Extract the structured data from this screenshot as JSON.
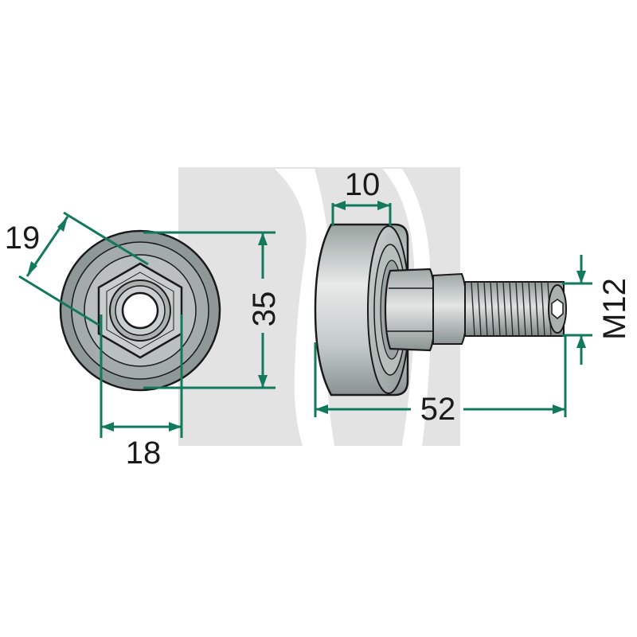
{
  "dimensions": {
    "hex_across_corners": "19",
    "hex_across_flats": "18",
    "roller_diameter": "35",
    "roller_width": "10",
    "overall_length": "52",
    "thread": "M12"
  },
  "colors": {
    "dimension_line": "#127a5a",
    "part_outline": "#1a1a1a",
    "steel_light": "#d9dedd",
    "steel_mid": "#b4bcba",
    "steel_dark": "#8d9694",
    "watermark": "#e3e3e3"
  }
}
